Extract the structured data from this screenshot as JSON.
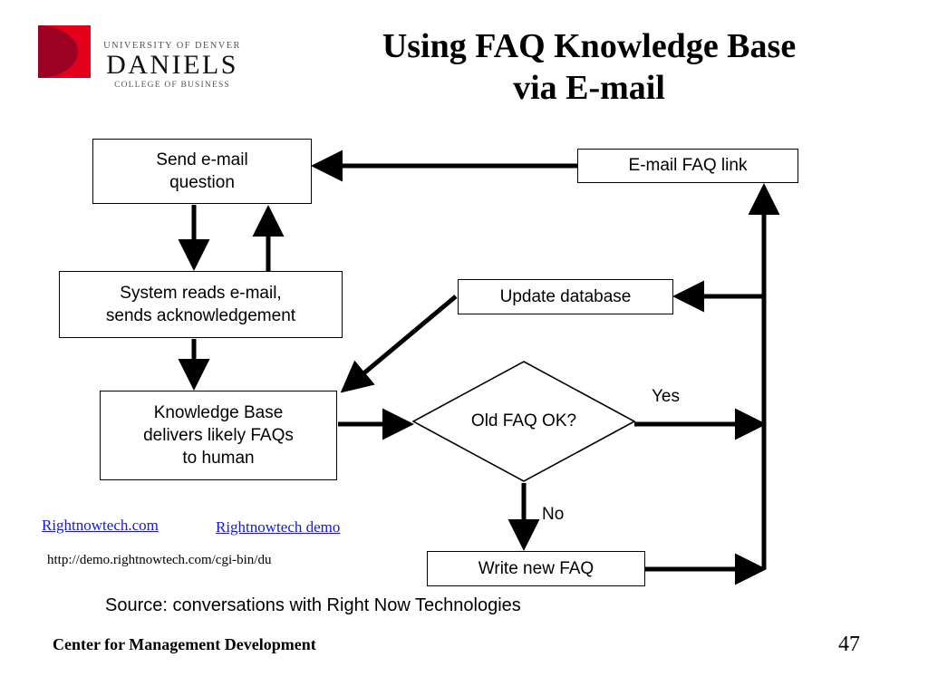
{
  "slide": {
    "title_line1": "Using FAQ Knowledge Base",
    "title_line2": "via E-mail",
    "page_number": "47",
    "footer_left": "Center for Management Development",
    "source_line": "Source: conversations with Right Now Technologies",
    "background": "#ffffff"
  },
  "logo": {
    "line1": "UNIVERSITY OF DENVER",
    "line2": "DANIELS",
    "line3": "COLLEGE OF BUSINESS",
    "mark_color_light": "#e3001b",
    "mark_color_dark": "#9c0023"
  },
  "links": [
    {
      "label": "Rightnowtech.com",
      "color": "#1818d8"
    },
    {
      "label": "Rightnowtech demo",
      "color": "#1818d8"
    }
  ],
  "url_text": "http://demo.rightnowtech.com/cgi-bin/du",
  "flowchart": {
    "nodes": [
      {
        "id": "send",
        "label": "Send e-mail\nquestion",
        "shape": "rectangle"
      },
      {
        "id": "system",
        "label": "System reads e-mail,\nsends acknowledgement",
        "shape": "rectangle"
      },
      {
        "id": "kb",
        "label": "Knowledge Base\ndelivers likely FAQs\nto human",
        "shape": "rectangle"
      },
      {
        "id": "faqlink",
        "label": "E-mail FAQ link",
        "shape": "rectangle"
      },
      {
        "id": "update",
        "label": "Update database",
        "shape": "rectangle"
      },
      {
        "id": "decision",
        "label": "Old FAQ OK?",
        "shape": "diamond"
      },
      {
        "id": "write",
        "label": "Write new FAQ",
        "shape": "rectangle"
      }
    ],
    "edge_labels": {
      "yes": "Yes",
      "no": "No"
    },
    "line_color": "#000000"
  }
}
